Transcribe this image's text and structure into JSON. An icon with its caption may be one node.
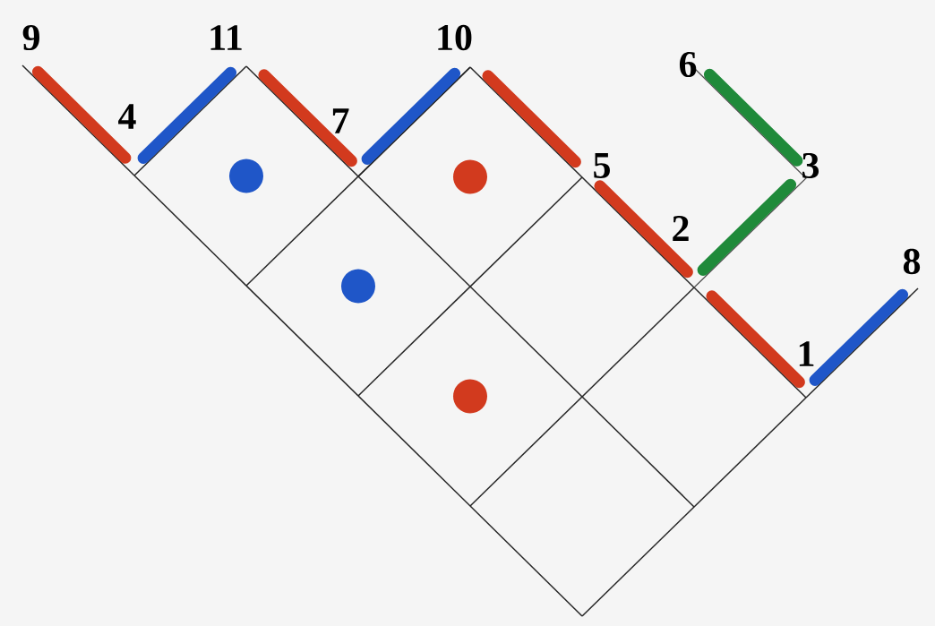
{
  "diagram": {
    "labels": [
      "9",
      "11",
      "10",
      "6",
      "4",
      "7",
      "5",
      "3",
      "2",
      "8",
      "1"
    ]
  }
}
